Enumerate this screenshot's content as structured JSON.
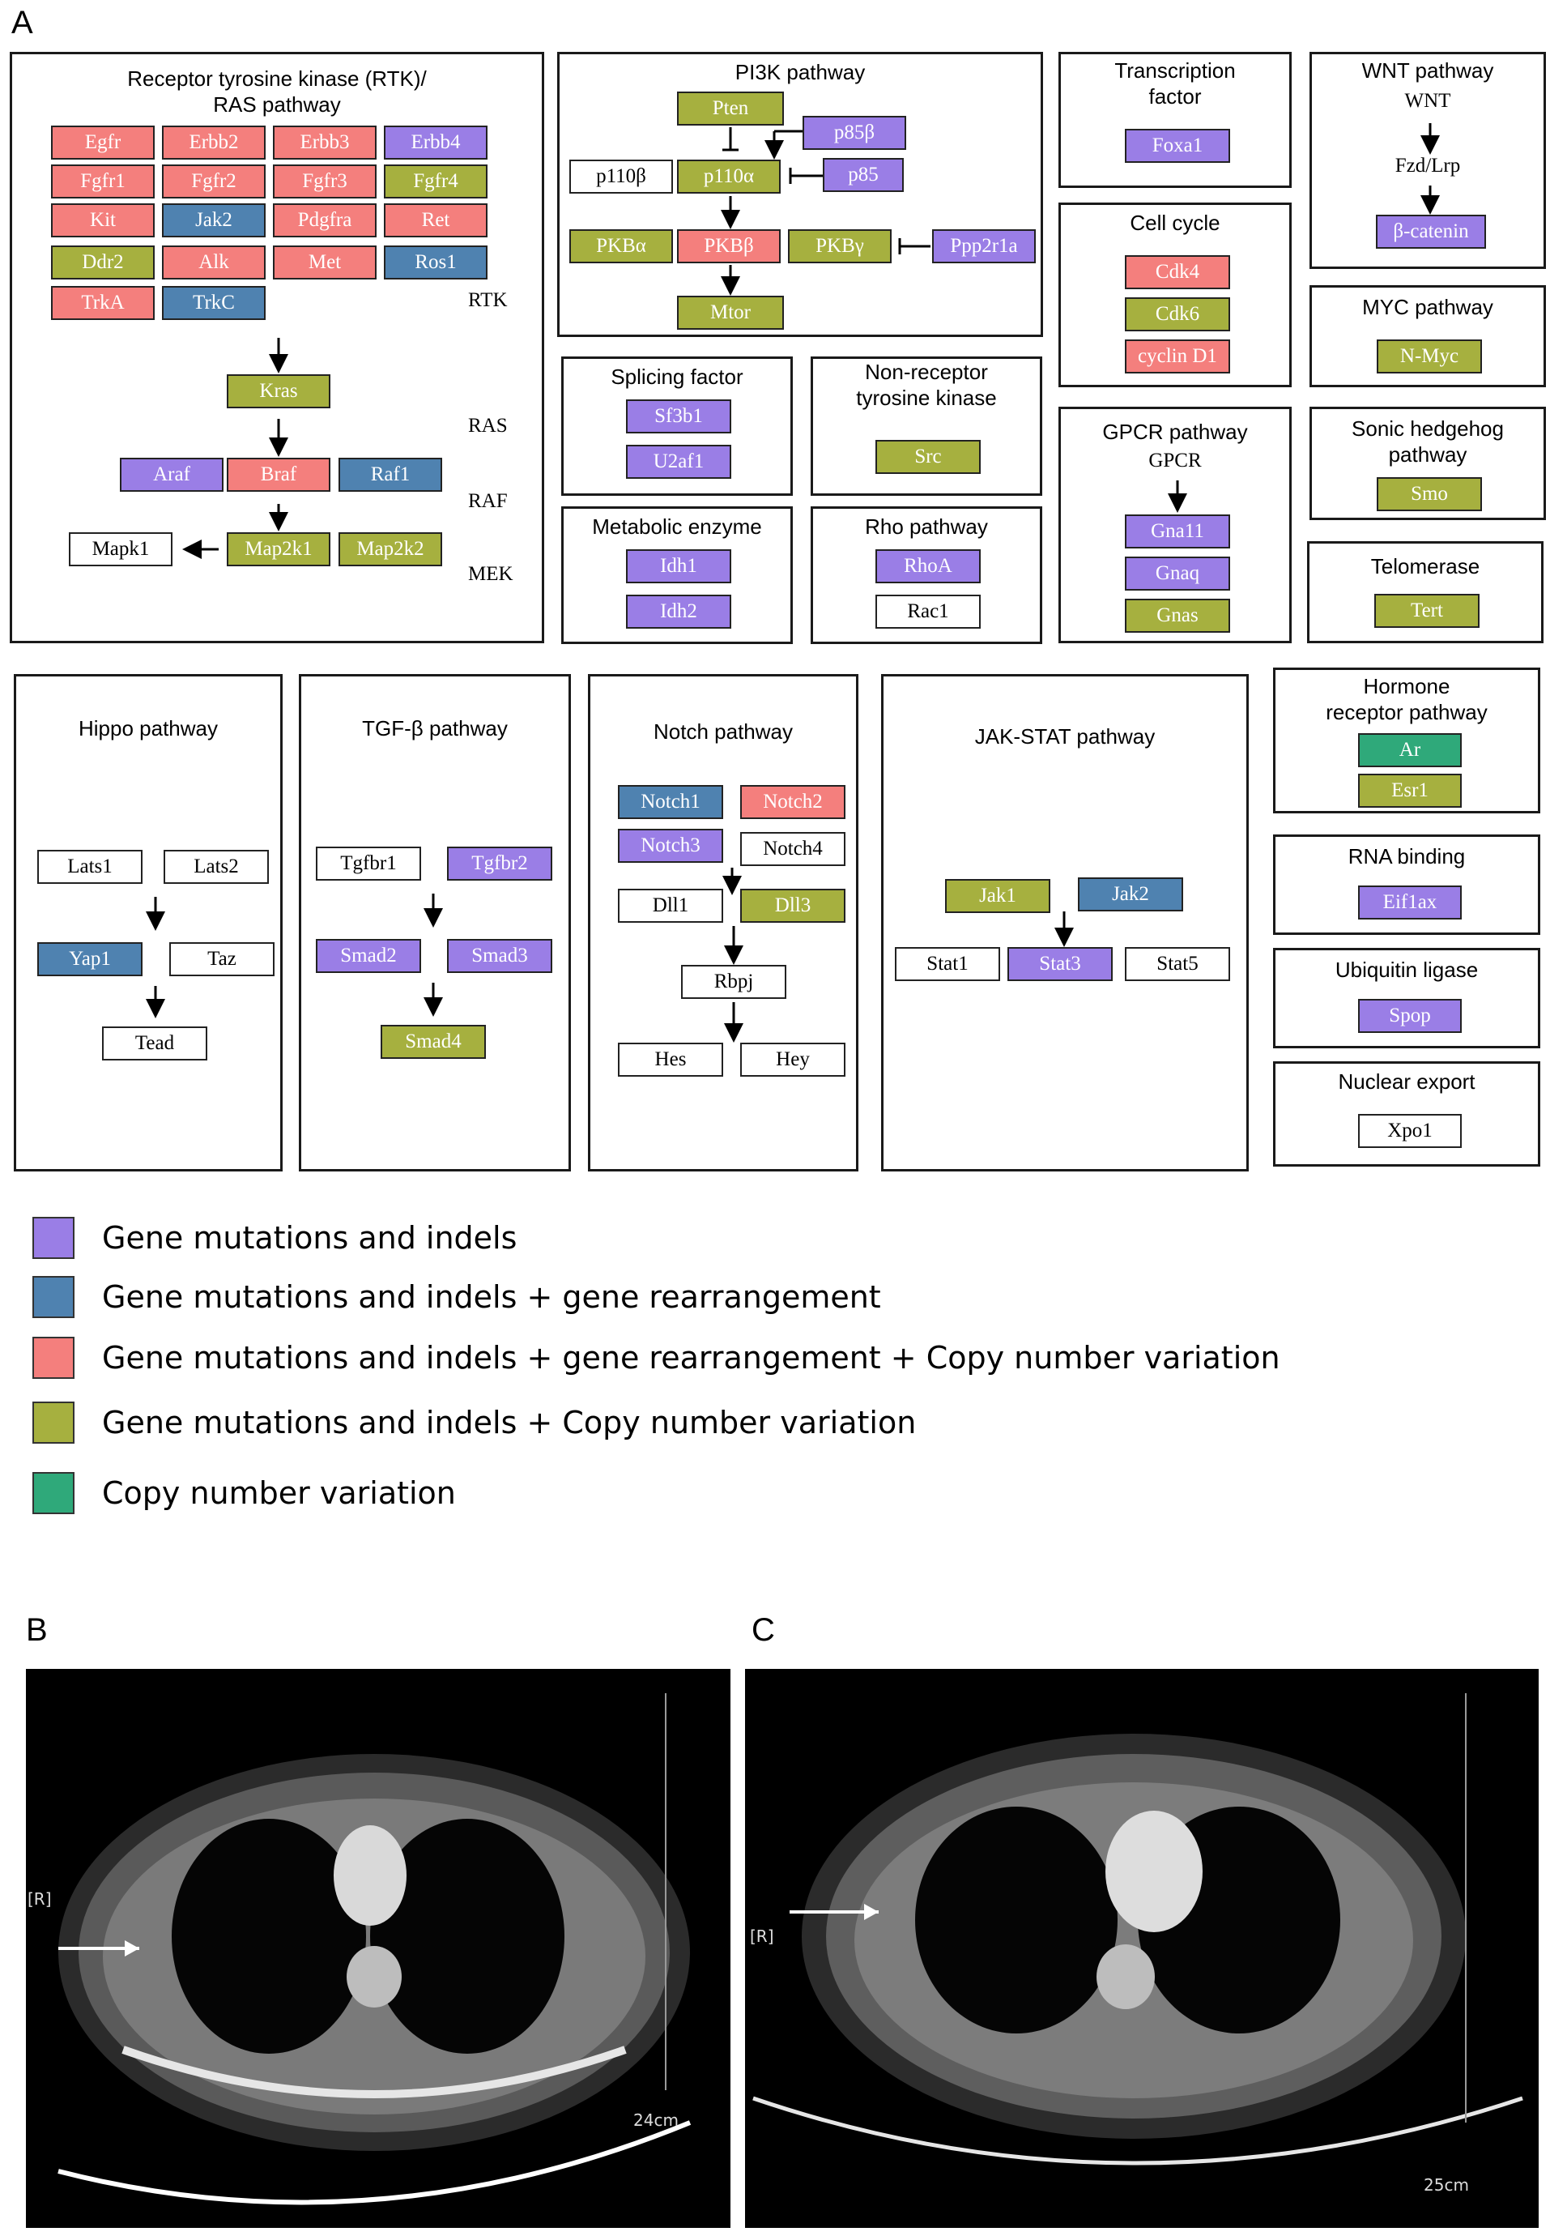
{
  "colors": {
    "white": "#ffffff",
    "purple": "#9a7ee6",
    "blue": "#4f82b0",
    "red": "#f47f7d",
    "olive": "#a6b03f",
    "green": "#2fa97a"
  },
  "panel_labels": {
    "a": "A",
    "b": "B",
    "c": "C"
  },
  "rtk": {
    "title": "Receptor tyrosine kinase (RTK)/ RAS pathway",
    "genes": [
      "Egfr",
      "Erbb2",
      "Erbb3",
      "Erbb4",
      "Fgfr1",
      "Fgfr2",
      "Fgfr3",
      "Fgfr4",
      "Kit",
      "Jak2",
      "Pdgfra",
      "Ret",
      "Ddr2",
      "Alk",
      "Met",
      "Ros1",
      "TrkA",
      "TrkC",
      "Kras",
      "Araf",
      "Braf",
      "Raf1",
      "Mapk1",
      "Map2k1",
      "Map2k2"
    ],
    "side": {
      "rtk": "RTK",
      "ras": "RAS",
      "raf": "RAF",
      "mek": "MEK"
    }
  },
  "pi3k": {
    "title": "PI3K pathway",
    "genes": [
      "Pten",
      "p85β",
      "p110β",
      "p110α",
      "p85",
      "PKBα",
      "PKBβ",
      "PKBγ",
      "Ppp2r1a",
      "Mtor"
    ]
  },
  "splicing": {
    "title": "Splicing factor",
    "genes": [
      "Sf3b1",
      "U2af1"
    ]
  },
  "nonreceptor": {
    "title": "Non-receptor tyrosine kinase",
    "genes": [
      "Src"
    ]
  },
  "metabolic": {
    "title": "Metabolic enzyme",
    "genes": [
      "Idh1",
      "Idh2"
    ]
  },
  "rho": {
    "title": "Rho pathway",
    "genes": [
      "RhoA",
      "Rac1"
    ]
  },
  "transcription": {
    "title": "Transcription factor",
    "genes": [
      "Foxa1"
    ]
  },
  "cellcycle": {
    "title": "Cell cycle",
    "genes": [
      "Cdk4",
      "Cdk6",
      "cyclin D1"
    ]
  },
  "gpcr": {
    "title": "GPCR pathway",
    "label": "GPCR",
    "genes": [
      "Gna11",
      "Gnaq",
      "Gnas"
    ]
  },
  "wnt": {
    "title": "WNT pathway",
    "labels": [
      "WNT",
      "Fzd/Lrp"
    ],
    "genes": [
      "β-catenin"
    ]
  },
  "myc": {
    "title": "MYC pathway",
    "genes": [
      "N-Myc"
    ]
  },
  "shh": {
    "title": "Sonic hedgehog pathway",
    "genes": [
      "Smo"
    ]
  },
  "telomerase": {
    "title": "Telomerase",
    "genes": [
      "Tert"
    ]
  },
  "hippo": {
    "title": "Hippo pathway",
    "genes": [
      "Lats1",
      "Lats2",
      "Yap1",
      "Taz",
      "Tead"
    ]
  },
  "tgfb": {
    "title": "TGF-β pathway",
    "genes": [
      "Tgfbr1",
      "Tgfbr2",
      "Smad2",
      "Smad3",
      "Smad4"
    ]
  },
  "notch": {
    "title": "Notch pathway",
    "genes": [
      "Notch1",
      "Notch2",
      "Notch3",
      "Notch4",
      "Dll1",
      "Dll3",
      "Rbpj",
      "Hes",
      "Hey"
    ]
  },
  "jakstat": {
    "title": "JAK-STAT pathway",
    "genes": [
      "Jak1",
      "Jak2",
      "Stat1",
      "Stat3",
      "Stat5"
    ]
  },
  "hormone": {
    "title": "Hormone receptor pathway",
    "genes": [
      "Ar",
      "Esr1"
    ]
  },
  "rnabinding": {
    "title": "RNA binding",
    "genes": [
      "Eif1ax"
    ]
  },
  "ubiquitin": {
    "title": "Ubiquitin ligase",
    "genes": [
      "Spop"
    ]
  },
  "nuclear": {
    "title": "Nuclear export",
    "genes": [
      "Xpo1"
    ]
  },
  "legend": [
    "Gene mutations and indels",
    "Gene mutations and indels + gene rearrangement",
    "Gene mutations and indels + gene rearrangement + Copy number variation",
    "Gene mutations and indels + Copy number variation",
    "Copy number variation"
  ],
  "ct": {
    "b": {
      "side_marker": "[R]",
      "scale": "24cm"
    },
    "c": {
      "side_marker": "[R]",
      "scale": "25cm"
    }
  }
}
